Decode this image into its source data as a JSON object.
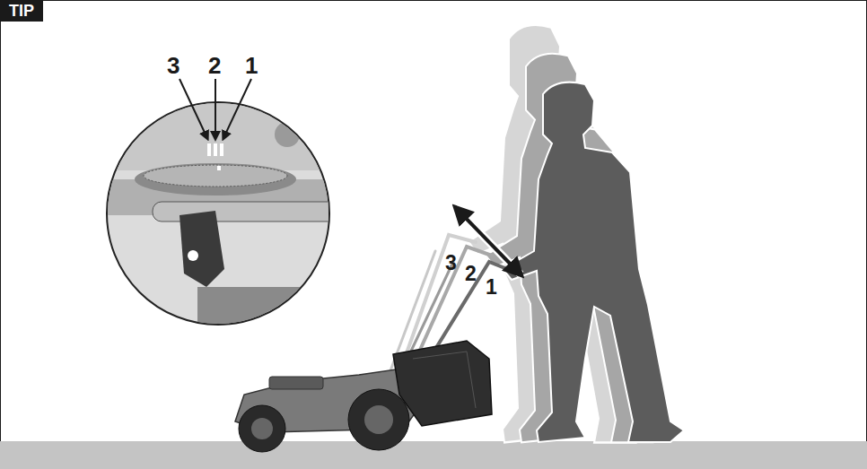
{
  "diagram": {
    "nodes": [
      {
        "text": [
          "TIP"
        ]
      }
    ],
    "labels": [
      "3",
      "2",
      "1",
      "3",
      "2",
      "1"
    ]
  }
}
